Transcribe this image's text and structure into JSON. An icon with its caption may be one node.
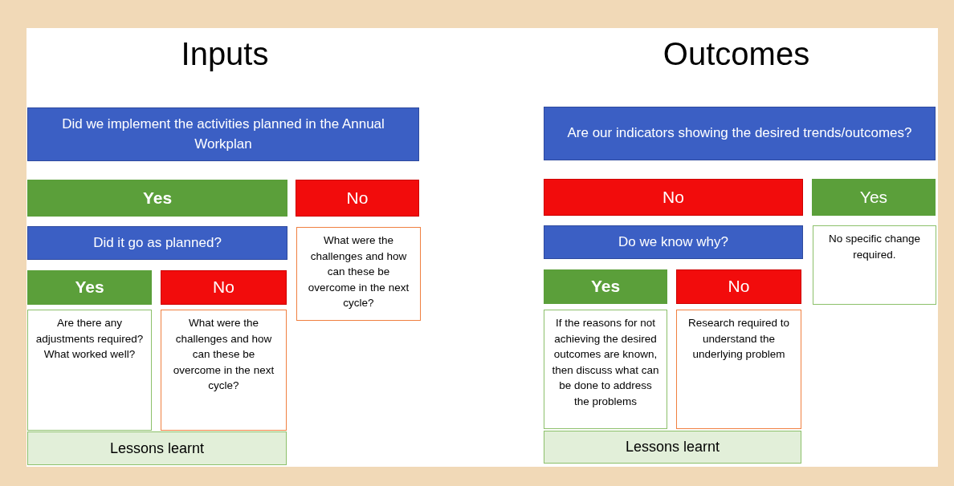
{
  "diagram": {
    "nodes": [
      {
        "text": [
          "Did we implement the activities planned in the Annual Workplan"
        ]
      },
      {
        "text": [
          "Yes"
        ]
      },
      {
        "text": [
          "No"
        ]
      },
      {
        "text": [
          "Did it go as planned?"
        ]
      },
      {
        "text": [
          "What were the challenges and how can these be overcome in the next cycle?"
        ]
      },
      {
        "text": [
          "Yes"
        ]
      },
      {
        "text": [
          "No"
        ]
      },
      {
        "text": [
          "Are there any adjustments required? What worked well?"
        ]
      },
      {
        "text": [
          "What were the challenges and how can these be overcome in the next cycle?"
        ]
      },
      {
        "text": [
          "Lessons learnt"
        ]
      },
      {
        "text": [
          "Are our indicators showing the desired trends/outcomes?"
        ]
      },
      {
        "text": [
          "No"
        ]
      },
      {
        "text": [
          "Yes"
        ]
      },
      {
        "text": [
          "Do we know why?"
        ]
      },
      {
        "text": [
          "No specific change required."
        ]
      },
      {
        "text": [
          "Yes"
        ]
      },
      {
        "text": [
          "No"
        ]
      },
      {
        "text": [
          "If the reasons for not achieving the desired outcomes are known, then discuss what can be done to address the problems"
        ]
      },
      {
        "text": [
          "Research required to understand the underlying problem"
        ]
      },
      {
        "text": [
          "Lessons learnt"
        ]
      }
    ],
    "labels": [
      "Inputs",
      "Outcomes"
    ]
  }
}
